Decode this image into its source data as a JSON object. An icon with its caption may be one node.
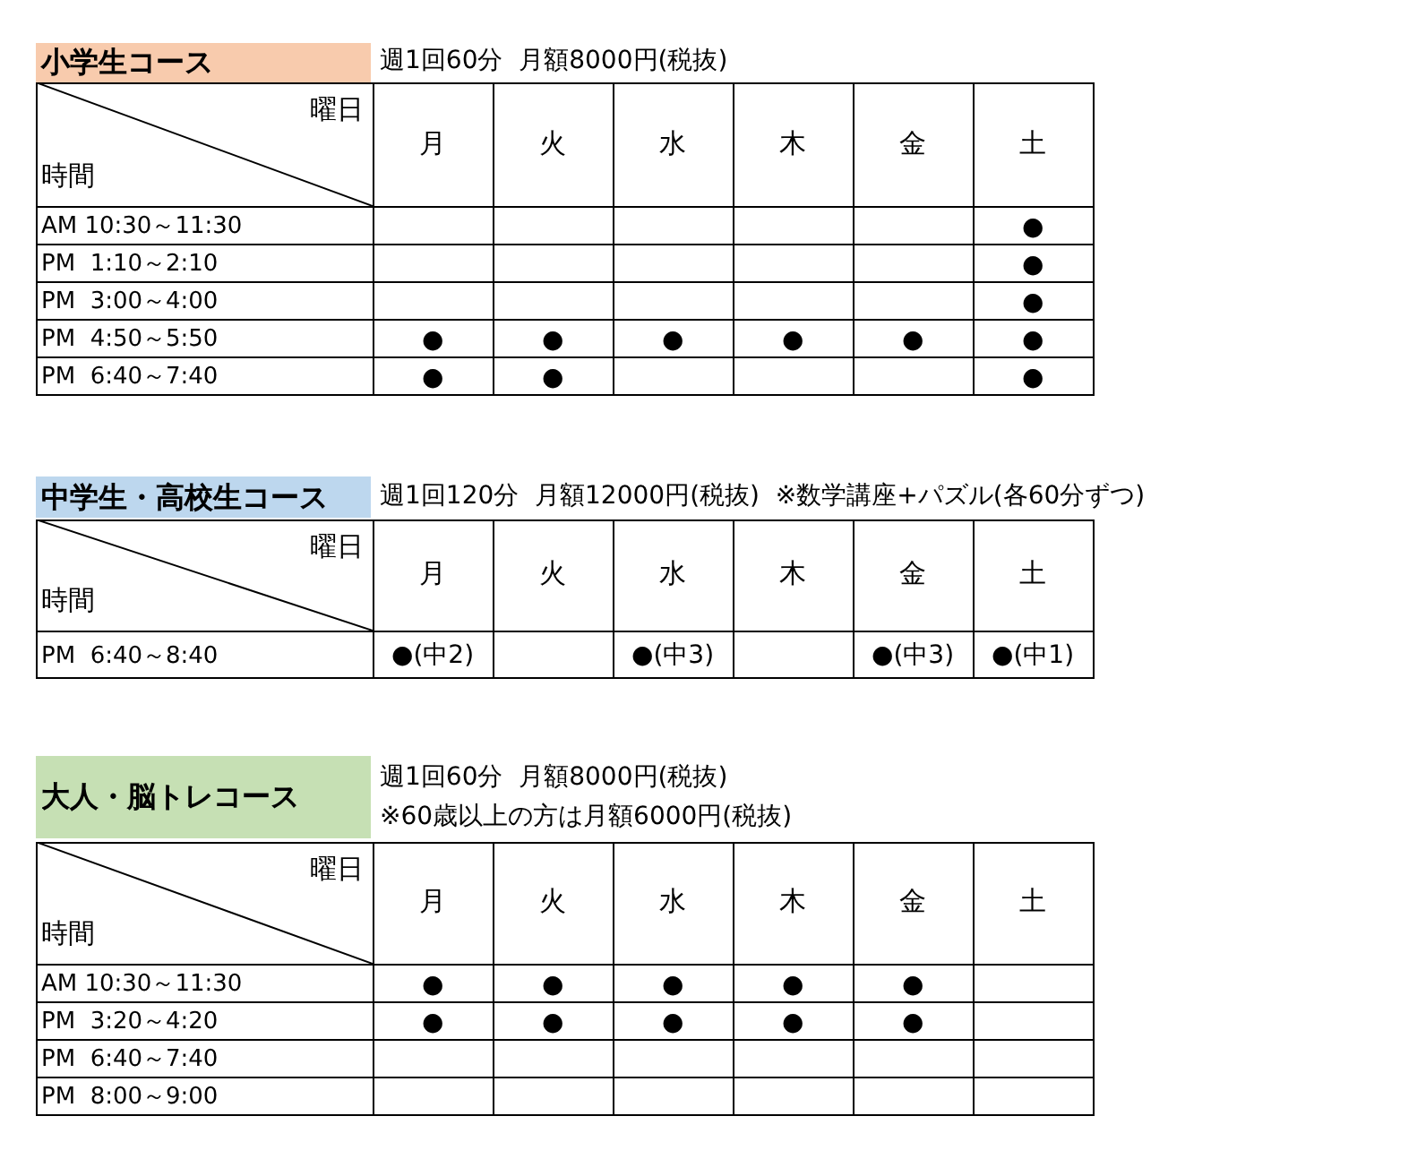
{
  "diagram": {
    "nodes": [
      {
        "text": [
          "小学生コース"
        ],
        "beside": [
          "週1回60分  月額8000円(税抜)"
        ]
      },
      {
        "text": [
          "中学生・高校生コース"
        ],
        "beside": [
          "週1回120分  月額12000円(税抜)  ※数学講座+パズル(各60分ずつ)"
        ]
      },
      {
        "text": [
          "大人・脳トレコース"
        ],
        "beside": [
          "週1回60分  月額8000円(税抜)",
          "※60歳以上の方は月額6000円(税抜)"
        ]
      }
    ],
    "labels": [
      "曜日",
      "時間",
      "月",
      "火",
      "水",
      "木",
      "金",
      "土",
      "AM 10:30～11:30",
      "●",
      "PM  1:10～2:10",
      "●",
      "PM  3:00～4:00",
      "●",
      "PM  4:50～5:50",
      "●",
      "●",
      "●",
      "●",
      "●",
      "●",
      "PM  6:40～7:40",
      "●",
      "●",
      "●",
      "曜日",
      "時間",
      "月",
      "火",
      "水",
      "木",
      "金",
      "土",
      "PM  6:40～8:40",
      "●(中2)",
      "●(中3)",
      "●(中3)",
      "●(中1)",
      "曜日",
      "時間",
      "月",
      "火",
      "水",
      "木",
      "金",
      "土",
      "AM 10:30～11:30",
      "●",
      "●",
      "●",
      "●",
      "●",
      "PM  3:20～4:20",
      "●",
      "●",
      "●",
      "●",
      "●",
      "PM  6:40～7:40",
      "PM  8:00～9:00"
    ]
  }
}
